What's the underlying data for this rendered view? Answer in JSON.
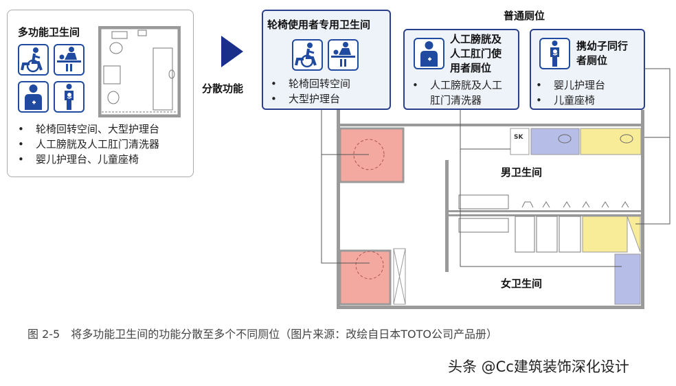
{
  "left_panel": {
    "title": "多功能卫生间",
    "bullets": [
      "轮椅回转空间、大型护理台",
      "人工膀胱及人工肛门清洗器",
      "婴儿护理台、儿童座椅"
    ]
  },
  "arrow": {
    "label": "分散功能",
    "color": "#1a2f8a"
  },
  "wheelchair_box": {
    "title": "轮椅使用者专用卫生间",
    "bullets": [
      "轮椅回转空间",
      "大型护理台"
    ]
  },
  "general_label": "普通厕位",
  "ostomy_box": {
    "title_lines": [
      "人工膀胱及",
      "人工肛门使",
      "用者厕位"
    ],
    "bullets": [
      "人工膀胱及人工",
      "肛门清洗器"
    ]
  },
  "child_box": {
    "title_lines": [
      "携幼子同行",
      "者厕位"
    ],
    "bullets": [
      "婴儿护理台",
      "儿童座椅"
    ]
  },
  "floor_plan": {
    "men_label": "男卫生间",
    "women_label": "女卫生间",
    "sk_label": "SK",
    "colors": {
      "wheelchair": "#f4a9a0",
      "ostomy": "#b6bde6",
      "child": "#f8ec98",
      "wall": "#9a9a9a"
    }
  },
  "caption": "图 2-5　将多功能卫生间的功能分散至多个不同厕位（图片来源：改绘自日本TOTO公司产品册）",
  "watermark": "头条 @Cc建筑装饰深化设计"
}
